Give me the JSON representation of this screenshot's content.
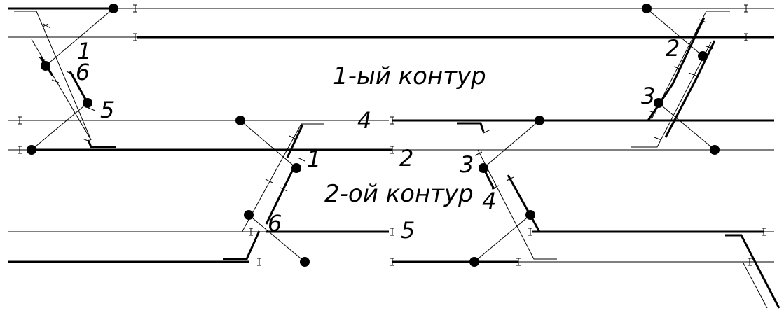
{
  "contours": {
    "first": "1-ый контур",
    "second": "2-ой контур"
  },
  "labels": {
    "left_1": "1",
    "left_6": "6",
    "left_5": "5",
    "center_4": "4",
    "center_2": "2",
    "center_5": "5",
    "mid_1": "1",
    "mid_6": "6",
    "mid_3": "3",
    "mid_4": "4",
    "right_2": "2",
    "right_3": "3"
  },
  "colors": {
    "ink": "#000000",
    "background": "#ffffff"
  }
}
